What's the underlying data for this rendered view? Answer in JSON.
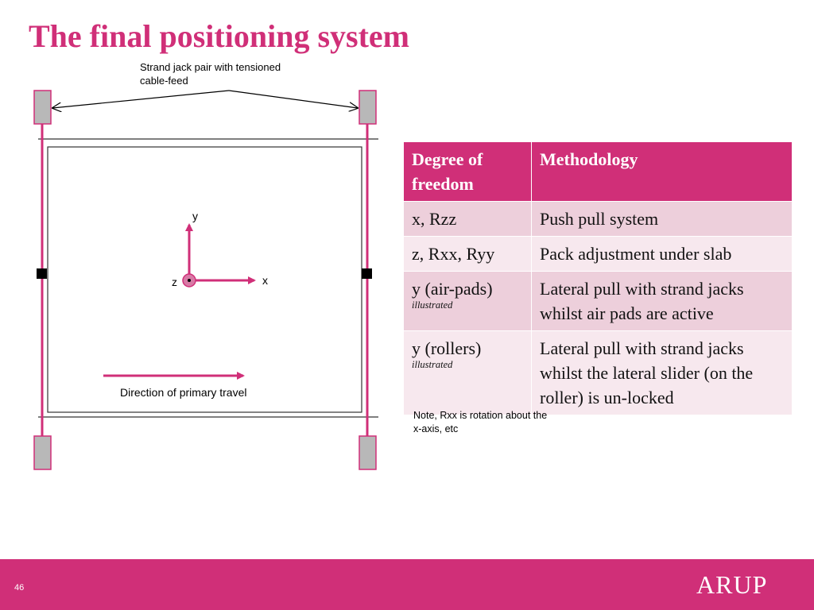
{
  "slide": {
    "title": "The final positioning system",
    "page_number": "46",
    "logo": "ARUP"
  },
  "diagram": {
    "callout": "Strand jack pair  with tensioned cable-feed",
    "axis_y": "y",
    "axis_x": "x",
    "axis_z": "z",
    "travel_label": "Direction of primary travel",
    "colors": {
      "accent": "#d02f78",
      "jack": "#b8b8b8"
    }
  },
  "table": {
    "headers": [
      "Degree of freedom",
      "Methodology"
    ],
    "rows": [
      {
        "dof": "x, Rzz",
        "sub": "",
        "method": "Push pull system"
      },
      {
        "dof": "z, Rxx, Ryy",
        "sub": "",
        "method": "Pack adjustment under slab"
      },
      {
        "dof": "y (air-pads)",
        "sub": "illustrated",
        "method": "Lateral pull with strand jacks whilst air pads are active"
      },
      {
        "dof": "y (rollers)",
        "sub": "illustrated",
        "method": "Lateral pull with strand jacks whilst the lateral slider (on the roller) is un-locked"
      }
    ]
  },
  "note": "Note, Rxx is rotation about the x-axis, etc"
}
